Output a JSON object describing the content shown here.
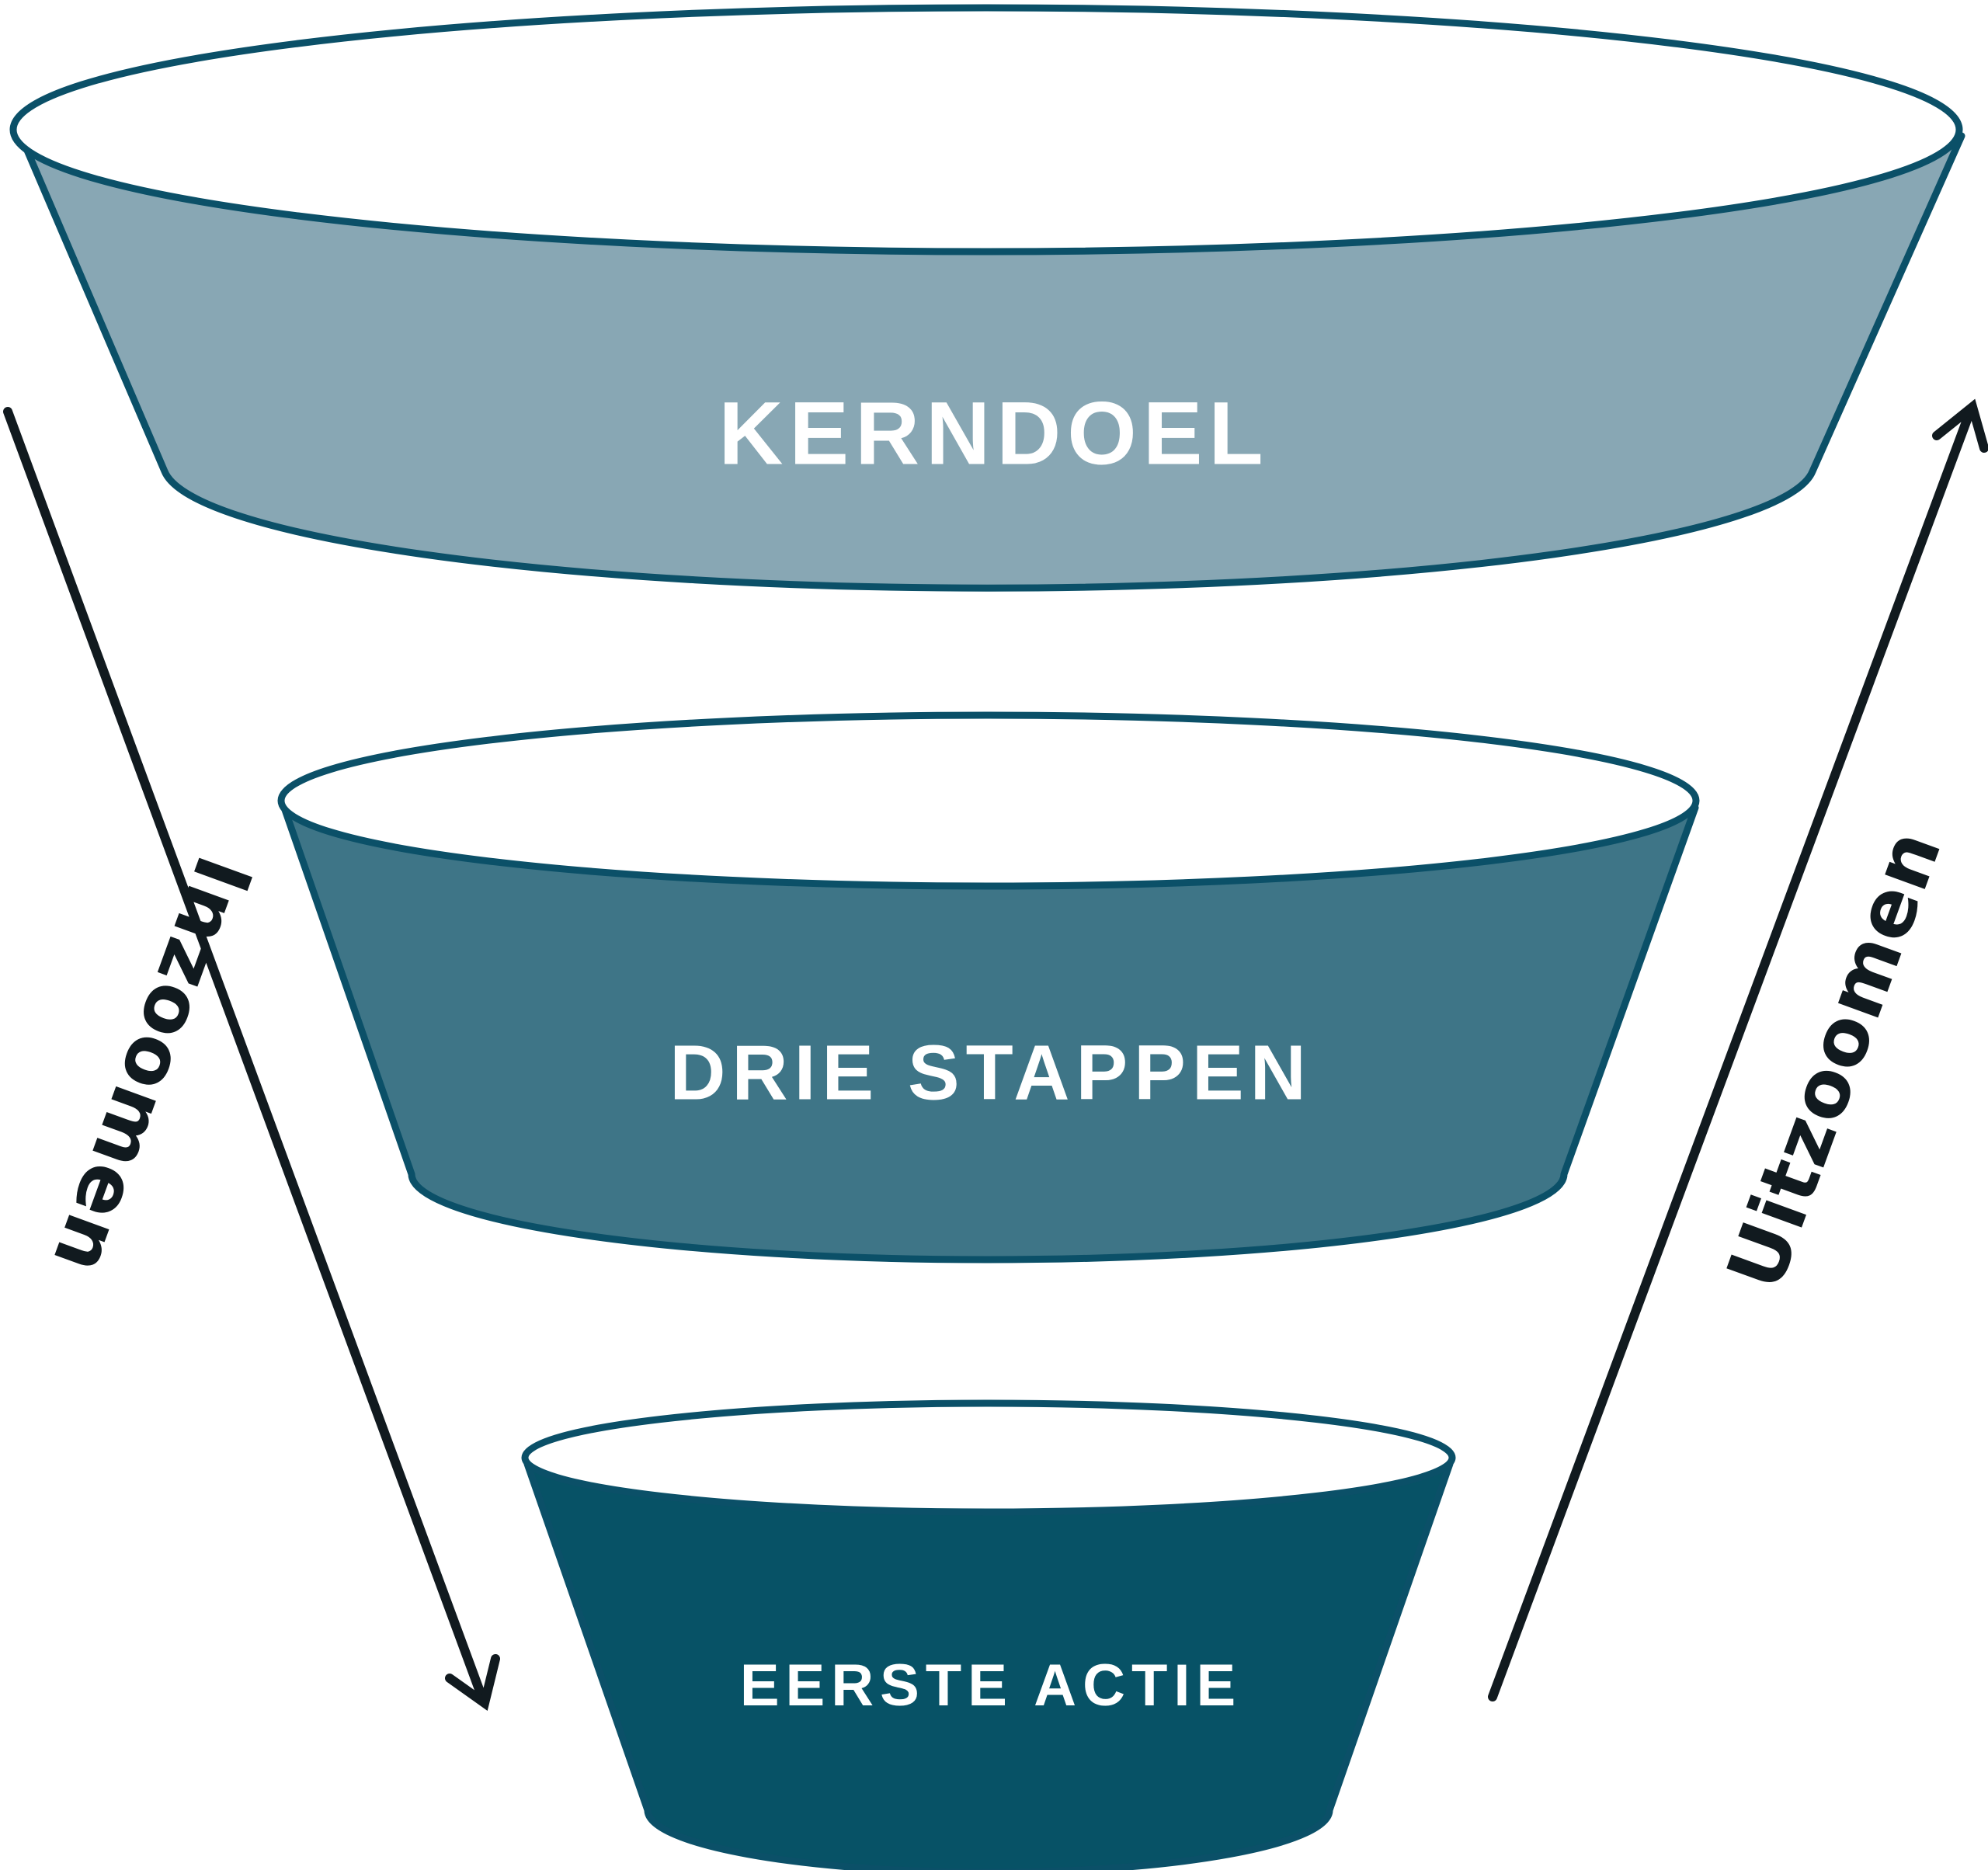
{
  "colors": {
    "outline": "#0b5068",
    "arrow": "#111a1f",
    "tier_top_fill": "#88a7b4",
    "tier_middle_fill": "#3e7587",
    "tier_bottom_fill": "#075266",
    "rim_fill": "#ffffff",
    "label_color": "#ffffff"
  },
  "tiers": [
    {
      "label": "KERNDOEL"
    },
    {
      "label": "DRIE STAPPEN"
    },
    {
      "label": "EERSTE ACTIE"
    }
  ],
  "arrows": {
    "left": {
      "label": "Inzoomen",
      "icon": "arrow-down-right-icon"
    },
    "right": {
      "label": "Uitzoomen",
      "icon": "arrow-up-right-icon"
    }
  }
}
